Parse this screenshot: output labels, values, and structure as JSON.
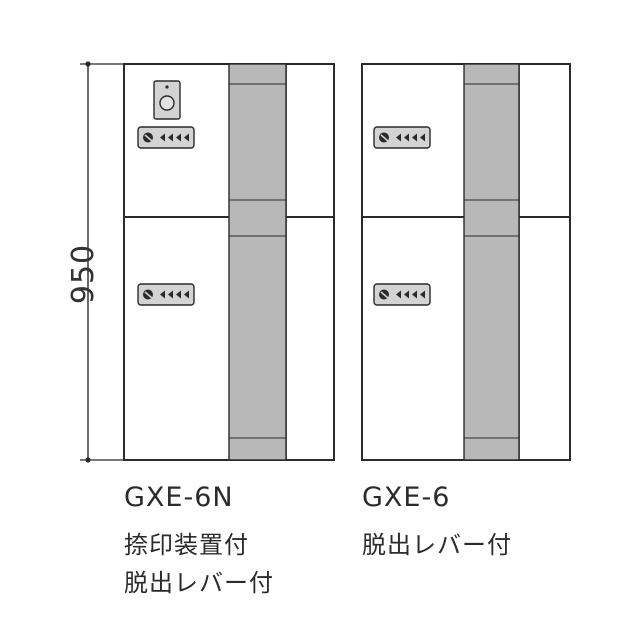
{
  "dimension": {
    "height_label": "950"
  },
  "colors": {
    "outline": "#2b2b2b",
    "panel": "#ffffff",
    "lever_channel": "#b8b8b8",
    "lock_plate": "#d3d3d3"
  },
  "units": [
    {
      "model": "GXE-6N",
      "features": [
        "捺印装置付",
        "脱出レバー付"
      ],
      "has_stamp_device": true
    },
    {
      "model": "GXE-6",
      "features": [
        "脱出レバー付"
      ],
      "has_stamp_device": false
    }
  ],
  "icons": {
    "lock": "dial-lock-icon",
    "stamp": "stamp-device-icon"
  }
}
